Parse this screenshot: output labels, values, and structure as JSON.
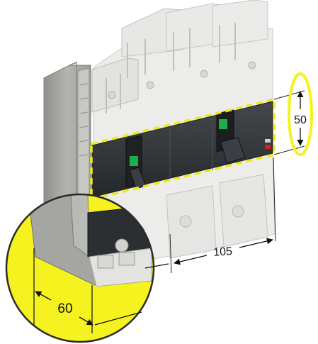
{
  "dimensions": {
    "height_label": "50",
    "width_label": "105",
    "depth_label": "60"
  },
  "colors": {
    "highlight_yellow": "#f6f21f",
    "dash_yellow": "#ecea18",
    "cover_dark": "#2f3235",
    "housing_light": "#e6e7e4",
    "side_panel": "#a9aaa6",
    "handle_green": "#19b04b",
    "indicator_red": "#d8202a"
  }
}
